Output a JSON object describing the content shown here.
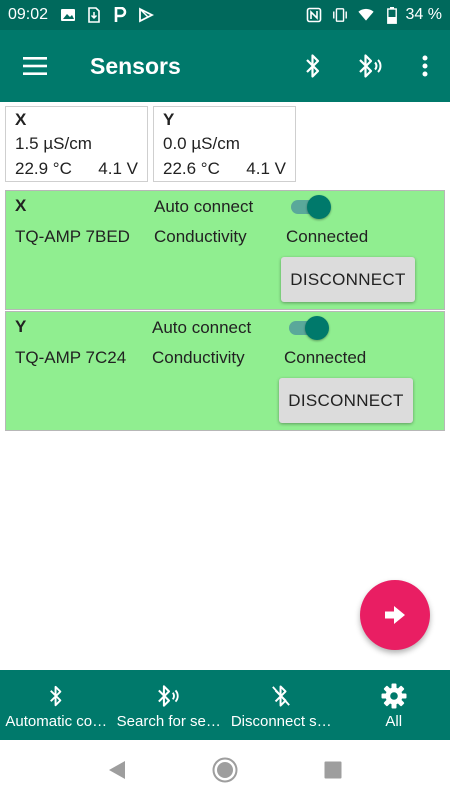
{
  "status_bar": {
    "time": "09:02",
    "battery": "34 %",
    "icons": [
      "image-icon",
      "sim-download-icon",
      "parking-p-icon",
      "play-store-icon",
      "nfc-icon",
      "vibrate-icon",
      "wifi-icon",
      "battery-icon"
    ]
  },
  "app_bar": {
    "title": "Sensors",
    "actions": [
      "bluetooth-icon",
      "bluetooth-searching-icon",
      "more-vert-icon"
    ]
  },
  "readings": [
    {
      "name": "X",
      "value": "1.5 µS/cm",
      "temperature": "22.9 °C",
      "voltage": "4.1 V"
    },
    {
      "name": "Y",
      "value": "0.0 µS/cm",
      "temperature": "22.6 °C",
      "voltage": "4.1 V"
    }
  ],
  "devices": [
    {
      "name": "X",
      "auto_connect_label": "Auto connect",
      "auto_connect": true,
      "model": "TQ-AMP 7BED",
      "type": "Conductivity",
      "status": "Connected",
      "button": "DISCONNECT"
    },
    {
      "name": "Y",
      "auto_connect_label": "Auto connect",
      "auto_connect": true,
      "model": "TQ-AMP 7C24",
      "type": "Conductivity",
      "status": "Connected",
      "button": "DISCONNECT"
    }
  ],
  "fab": {
    "icon": "arrow-right-icon"
  },
  "bottom_nav": [
    {
      "label": "Automatic co…",
      "icon": "bluetooth-icon"
    },
    {
      "label": "Search for se…",
      "icon": "bluetooth-searching-icon"
    },
    {
      "label": "Disconnect s…",
      "icon": "bluetooth-disabled-icon"
    },
    {
      "label": "All",
      "icon": "gear-icon"
    }
  ],
  "colors": {
    "status_bar": "#00695c",
    "primary": "#00796b",
    "card_connected": "#90ee90",
    "fab": "#e91e63"
  }
}
